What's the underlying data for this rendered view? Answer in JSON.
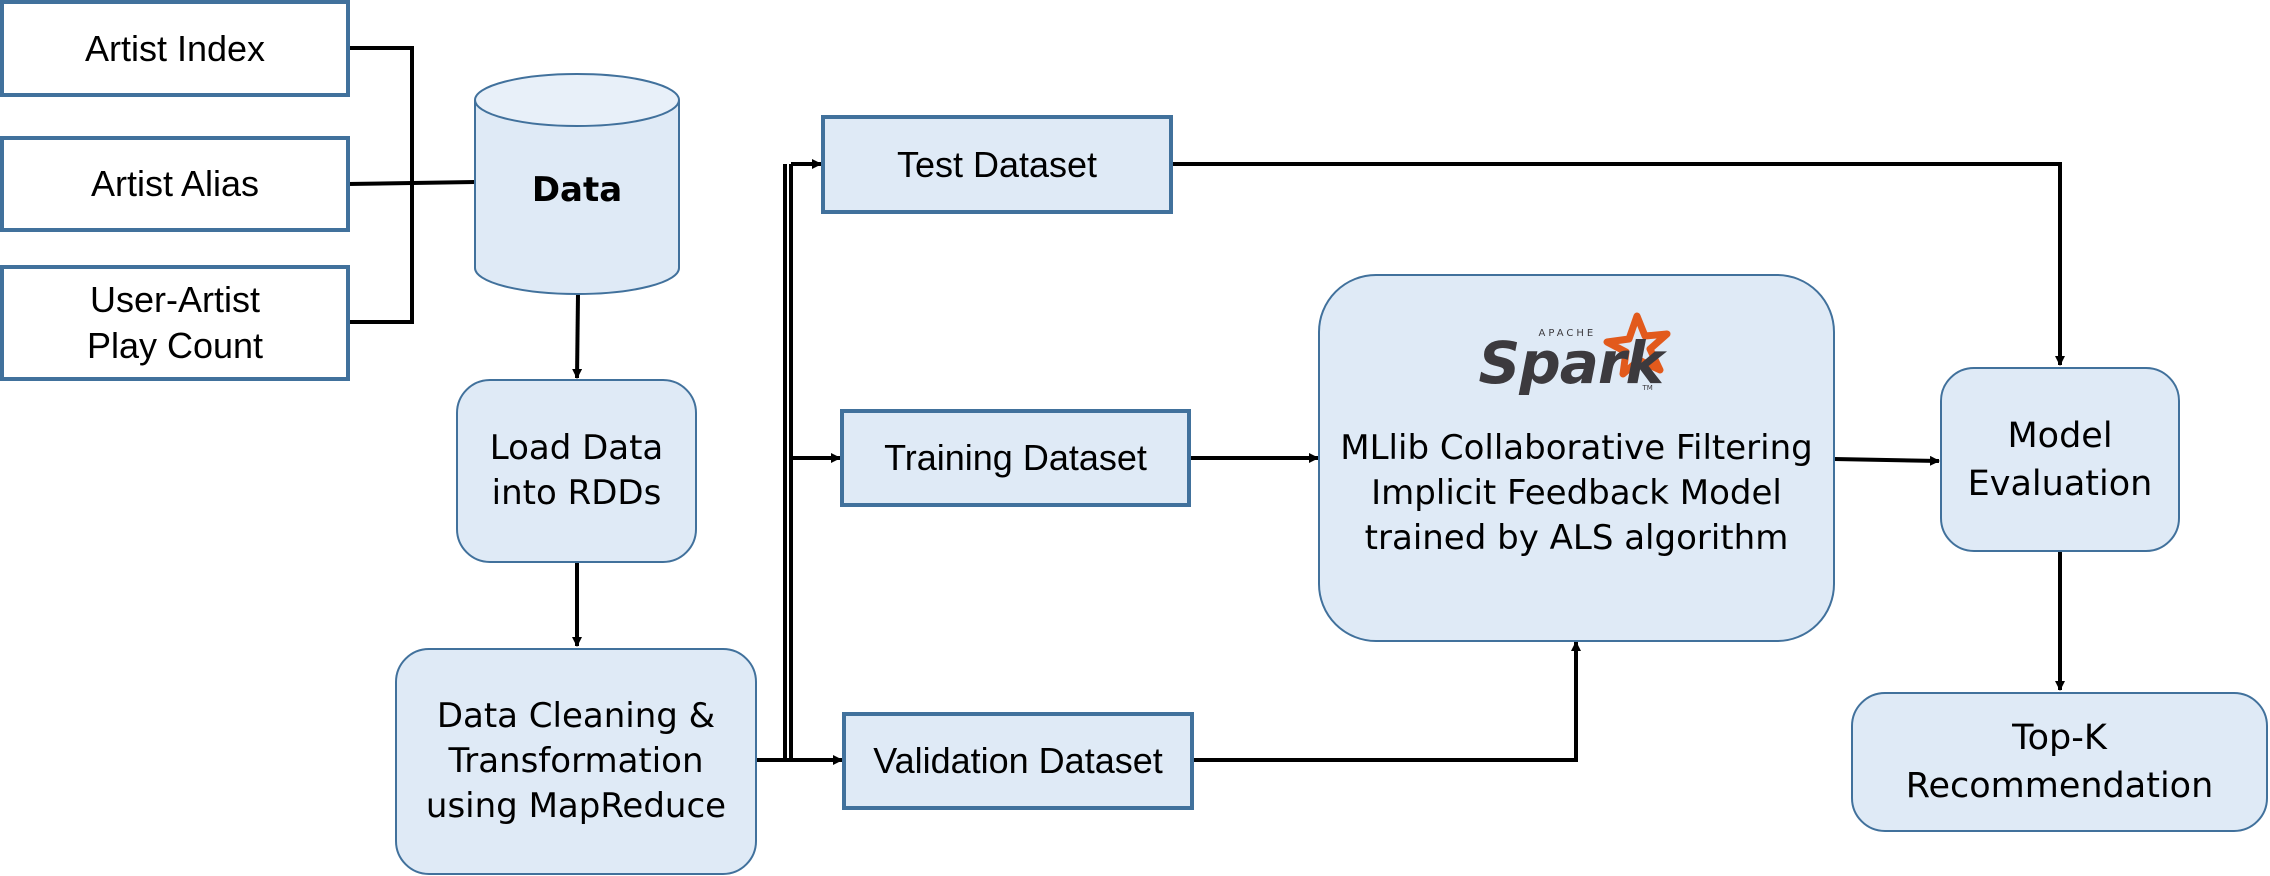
{
  "sources": {
    "artist_index": "Artist Index",
    "artist_alias": "Artist Alias",
    "user_artist_play_count": "User-Artist\nPlay Count"
  },
  "data_store": {
    "label": "Data"
  },
  "process": {
    "load_rdds": "Load Data\ninto RDDs",
    "cleaning": "Data Cleaning &\nTransformation\nusing MapReduce"
  },
  "datasets": {
    "test": "Test Dataset",
    "training": "Training Dataset",
    "validation": "Validation Dataset"
  },
  "model": {
    "logo_small": "APACHE",
    "logo_word": "Spark",
    "logo_tm": "TM",
    "description": "MLlib Collaborative Filtering\nImplicit Feedback Model\ntrained by ALS algorithm"
  },
  "evaluation": {
    "label": "Model\nEvaluation"
  },
  "recommendation": {
    "label": "Top-K\nRecommendation"
  },
  "colors": {
    "box_fill": "#dfeaf6",
    "box_border": "#41719c",
    "spark_orange": "#e25a1c",
    "spark_text": "#3c3a3e"
  }
}
